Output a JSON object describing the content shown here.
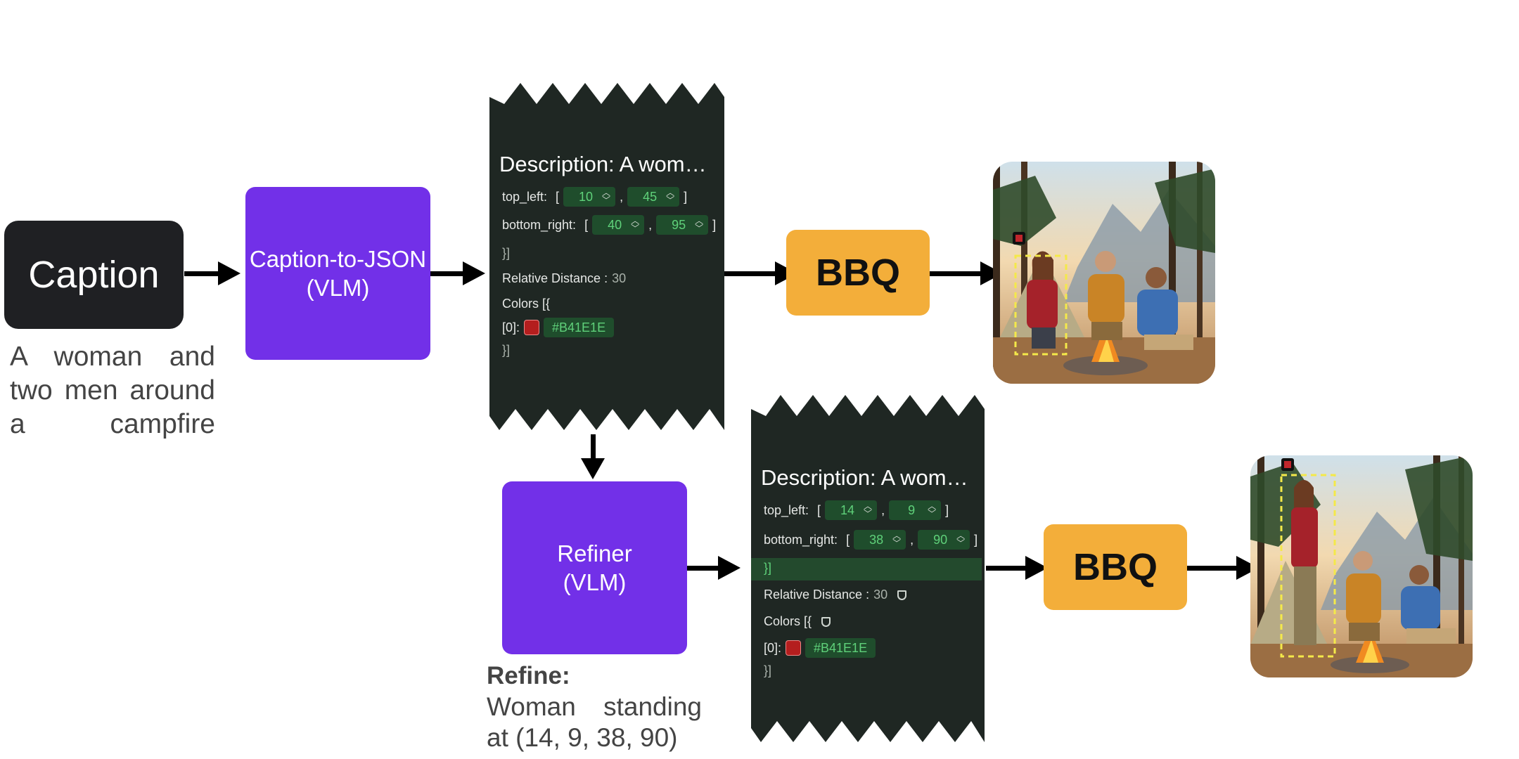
{
  "caption": {
    "label": "Caption",
    "text": "A woman and two men around a campfire"
  },
  "caption_to_json": {
    "line1": "Caption-to-JSON",
    "line2": "(VLM)"
  },
  "refiner": {
    "line1": "Refiner",
    "line2": "(VLM)"
  },
  "bbq": {
    "label": "BBQ"
  },
  "refine_note": {
    "heading": "Refine:",
    "line1": "Woman standing",
    "line2": "at (14, 9, 38, 90)"
  },
  "json_card_1": {
    "description": "Description: A woman and two men around a campfire",
    "top_left_label": "top_left:",
    "top_left": [
      "10",
      "45"
    ],
    "bottom_right_label": "bottom_right:",
    "bottom_right": [
      "40",
      "95"
    ],
    "close": "}]",
    "relative_distance_label": "Relative Distance :",
    "relative_distance": "30",
    "colors_label": "Colors [{",
    "color_index": "[0]:",
    "color_hex": "#B41E1E",
    "colors_close": "}]"
  },
  "json_card_2": {
    "description": "Description: A woman and two men around a campfire",
    "top_left_label": "top_left:",
    "top_left": [
      "14",
      "9"
    ],
    "bottom_right_label": "bottom_right:",
    "bottom_right": [
      "38",
      "90"
    ],
    "close": "}]",
    "relative_distance_label": "Relative Distance :",
    "relative_distance": "30",
    "colors_label": "Colors [{",
    "color_index": "[0]:",
    "color_hex": "#B41E1E",
    "colors_close": "}]"
  },
  "colors": {
    "vlm": "#7230e8",
    "bbq": "#f3ae3a",
    "card": "#1f2723",
    "accent_green": "#5fd17a",
    "swatch": "#B41E1E",
    "bbox": "#f4e94a"
  }
}
